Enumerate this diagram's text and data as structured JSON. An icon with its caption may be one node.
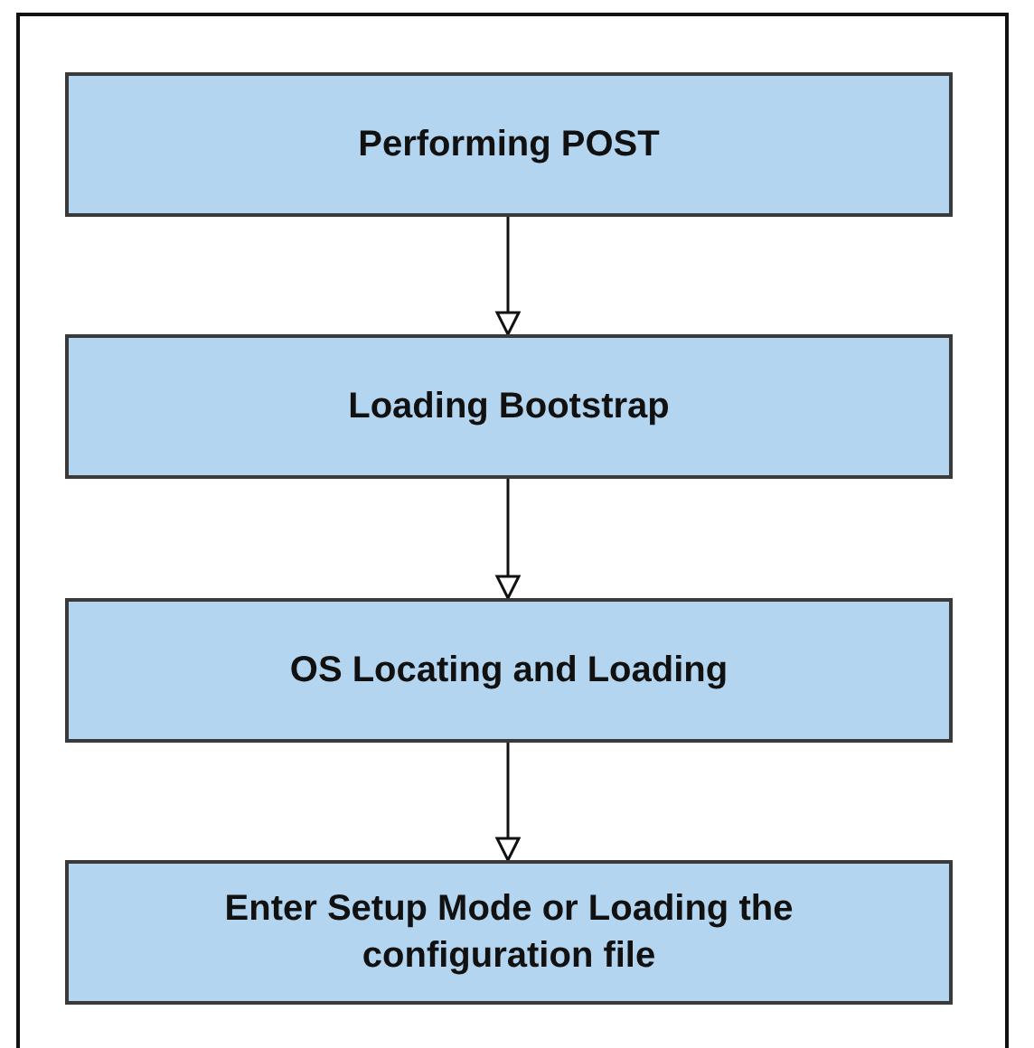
{
  "diagram": {
    "nodes": [
      {
        "text": [
          "Performing POST"
        ]
      },
      {
        "text": [
          "Loading Bootstrap"
        ]
      },
      {
        "text": [
          "OS Locating and Loading"
        ]
      },
      {
        "text": [
          "Enter Setup Mode or Loading the configuration file"
        ]
      }
    ],
    "edges": [
      {
        "from": 0,
        "to": 1,
        "arrow": "to"
      },
      {
        "from": 1,
        "to": 2,
        "arrow": "to"
      },
      {
        "from": 2,
        "to": 3,
        "arrow": "to"
      }
    ]
  }
}
